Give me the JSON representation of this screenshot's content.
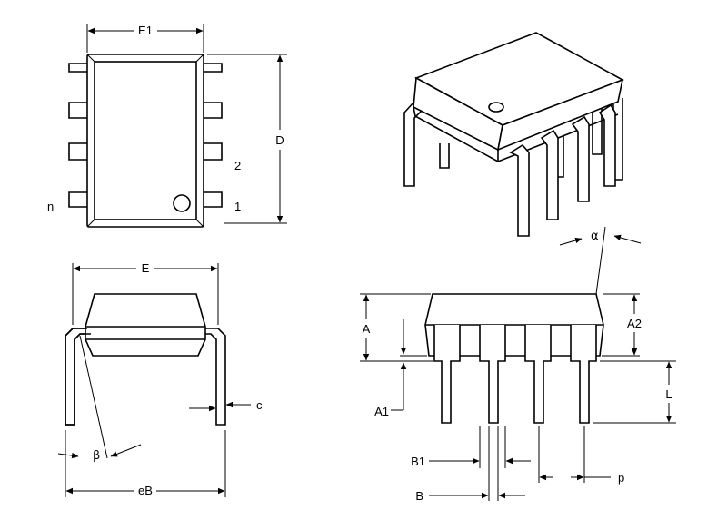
{
  "labels": {
    "E1": "E1",
    "D": "D",
    "pin2": "2",
    "pin1": "1",
    "pin_n": "n",
    "E": "E",
    "c": "c",
    "beta": "β",
    "eB": "eB",
    "alpha": "α",
    "A": "A",
    "A2": "A2",
    "A1": "A1",
    "L": "L",
    "B1": "B1",
    "B": "B",
    "p": "p"
  }
}
